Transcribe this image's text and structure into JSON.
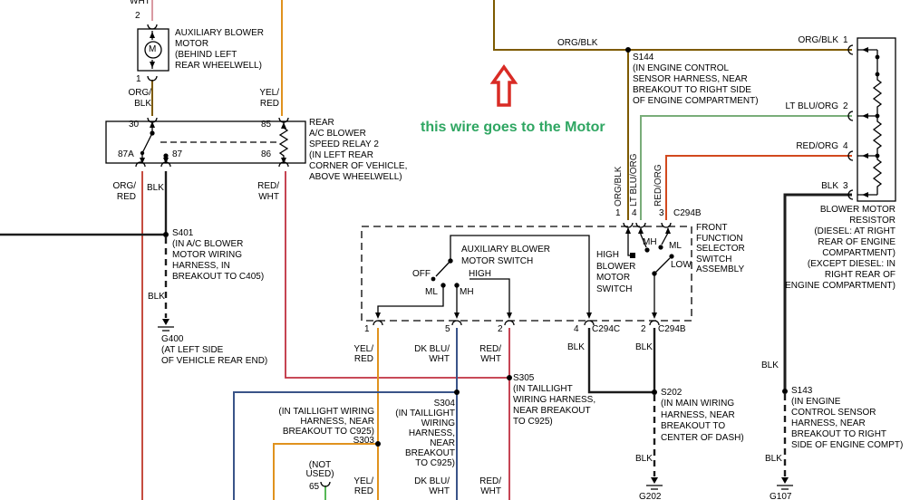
{
  "colors": {
    "background": "#ffffff",
    "line": "#000000",
    "wht": "#d99aa2",
    "org_blk": "#7d5a00",
    "yel_red": "#e0921e",
    "org_red": "#c0392b",
    "red_wht": "#c03040",
    "blk": "#1c1c1c",
    "lt_blu_org": "#79ad79",
    "red_org": "#d2491e",
    "dk_blu_wht": "#3a5488",
    "green_stub": "#57b857",
    "annotation_green": "#2fa662",
    "arrow_red": "#d92b25"
  },
  "annotation": {
    "text": "this wire goes to the Motor"
  },
  "top_left": {
    "wht": "WHT",
    "pin2": "2",
    "pin1": "1",
    "motor_symbol": "M",
    "motor_name": "AUXILIARY BLOWER\nMOTOR\n(BEHIND LEFT\nREAR WHEELWELL)",
    "org_blk": "ORG/\nBLK",
    "yel_red": "YEL/\nRED"
  },
  "relay": {
    "p30": "30",
    "p85": "85",
    "p87a": "87A",
    "p87": "87",
    "p86": "86",
    "name": "REAR\nA/C BLOWER\nSPEED RELAY 2\n(IN LEFT REAR\nCORNER OF VEHICLE,\nABOVE WHEELWELL)",
    "org_red": "ORG/\nRED",
    "blk": "BLK",
    "red_wht": "RED/\nWHT"
  },
  "s401": {
    "id": "S401",
    "loc": "(IN A/C BLOWER\nMOTOR WIRING\nHARNESS, IN\nBREAKOUT TO C405)",
    "blk": "BLK"
  },
  "g400": {
    "id": "G400",
    "loc": "(AT LEFT SIDE\nOF VEHICLE REAR END)"
  },
  "s144": {
    "id": "S144",
    "loc": "(IN ENGINE CONTROL\nSENSOR HARNESS, NEAR\nBREAKOUT TO RIGHT SIDE\nOF ENGINE COMPARTMENT)",
    "wire": "ORG/BLK"
  },
  "resistor": {
    "name": "BLOWER MOTOR\nRESISTOR\n(DIESEL: AT RIGHT\nREAR OF ENGINE\nCOMPARTMENT)\n(EXCEPT DIESEL: IN\nRIGHT REAR OF\nENGINE COMPARTMENT)",
    "pin1": {
      "wire": "ORG/BLK",
      "num": "1"
    },
    "pin2": {
      "wire": "LT BLU/ORG",
      "num": "2"
    },
    "pin4": {
      "wire": "RED/ORG",
      "num": "4"
    },
    "pin3": {
      "wire": "BLK",
      "num": "3"
    }
  },
  "c294b_top": {
    "label": "C294B",
    "pin1": "1",
    "pin4": "4",
    "pin3": "3",
    "w1": "ORG/BLK",
    "w2": "LT BLU/ORG",
    "w3": "RED/ORG"
  },
  "selector": {
    "aux_name": "AUXILIARY BLOWER\nMOTOR SWITCH",
    "off": "OFF",
    "ml": "ML",
    "mh": "MH",
    "high": "HIGH",
    "high_name": "HIGH\nBLOWER\nMOTOR\nSWITCH",
    "h_mh": "MH",
    "h_ml": "ML",
    "h_low": "LOW",
    "assembly": "FRONT\nFUNCTION\nSELECTOR\nSWITCH\nASSEMBLY"
  },
  "bottom": {
    "pin1": "1",
    "pin5": "5",
    "pin2": "2",
    "pin4": "4",
    "c294c": "C294C",
    "pin2b": "2",
    "c294b": "C294B",
    "yel_red": "YEL/\nRED",
    "dk_blu": "DK BLU/\nWHT",
    "red_wht": "RED/\nWHT",
    "blk1": "BLK",
    "blk2": "BLK",
    "yel_red2": "YEL/\nRED",
    "dk_blu2": "DK BLU/\nWHT",
    "red_wht2": "RED/\nWHT"
  },
  "s305": {
    "id": "S305",
    "loc": "(IN TAILLIGHT\nWIRING HARNESS,\nNEAR BREAKOUT\nTO C925)"
  },
  "s304": {
    "id": "S304",
    "loc": "(IN TAILLIGHT\nWIRING\nHARNESS,\nNEAR\nBREAKOUT\nTO C925)"
  },
  "s303": {
    "id": "S303",
    "loc": "(IN TAILLIGHT WIRING\nHARNESS, NEAR\nBREAKOUT TO C925)"
  },
  "not_used": {
    "label": "(NOT\nUSED)",
    "pin": "65"
  },
  "s202": {
    "id": "S202",
    "loc": "(IN MAIN WIRING\nHARNESS, NEAR\nBREAKOUT TO\nCENTER OF DASH)",
    "blk": "BLK"
  },
  "g202": {
    "id": "G202"
  },
  "s143": {
    "id": "S143",
    "loc": "(IN ENGINE\nCONTROL SENSOR\nHARNESS, NEAR\nBREAKOUT TO RIGHT\nSIDE OF ENGINE COMPT)",
    "blk_top": "BLK",
    "blk": "BLK"
  },
  "g107": {
    "id": "G107"
  }
}
